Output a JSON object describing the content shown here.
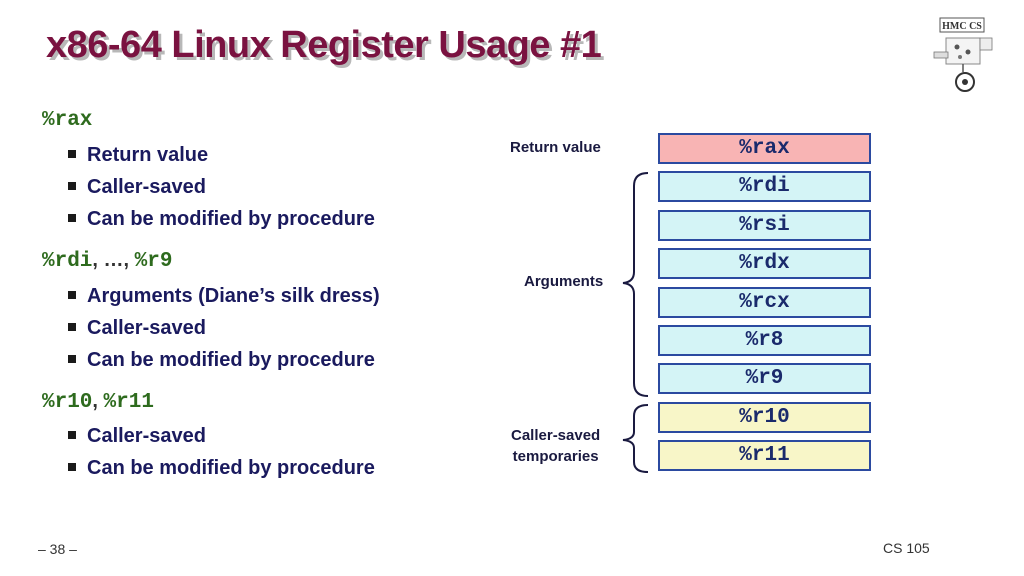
{
  "slide": {
    "title": "x86-64 Linux Register Usage #1",
    "page_number": "– 38 –",
    "course": "CS 105"
  },
  "logo": {
    "text": "HMC CS"
  },
  "sections": [
    {
      "regs": [
        "%rax"
      ],
      "separator": "",
      "bullets": [
        "Return value",
        "Caller-saved",
        "Can be modified by procedure"
      ]
    },
    {
      "regs": [
        "%rdi",
        "%r9"
      ],
      "separator": ", …, ",
      "bullets": [
        "Arguments (Diane’s silk dress)",
        "Caller-saved",
        "Can be modified by procedure"
      ]
    },
    {
      "regs": [
        "%r10",
        "%r11"
      ],
      "separator": ", ",
      "bullets": [
        "Caller-saved",
        "Can be modified by procedure"
      ]
    }
  ],
  "diagram": {
    "labels": {
      "return_value": "Return value",
      "arguments": "Arguments",
      "caller_saved_line1": "Caller-saved",
      "caller_saved_line2": "temporaries"
    },
    "registers": [
      {
        "name": "%rax",
        "color": "#f8b4b4"
      },
      {
        "name": "%rdi",
        "color": "#d4f4f6"
      },
      {
        "name": "%rsi",
        "color": "#d4f4f6"
      },
      {
        "name": "%rdx",
        "color": "#d4f4f6"
      },
      {
        "name": "%rcx",
        "color": "#d4f4f6"
      },
      {
        "name": "%r8",
        "color": "#d4f4f6"
      },
      {
        "name": "%r9",
        "color": "#d4f4f6"
      },
      {
        "name": "%r10",
        "color": "#f8f6c8"
      },
      {
        "name": "%r11",
        "color": "#f8f6c8"
      }
    ]
  }
}
